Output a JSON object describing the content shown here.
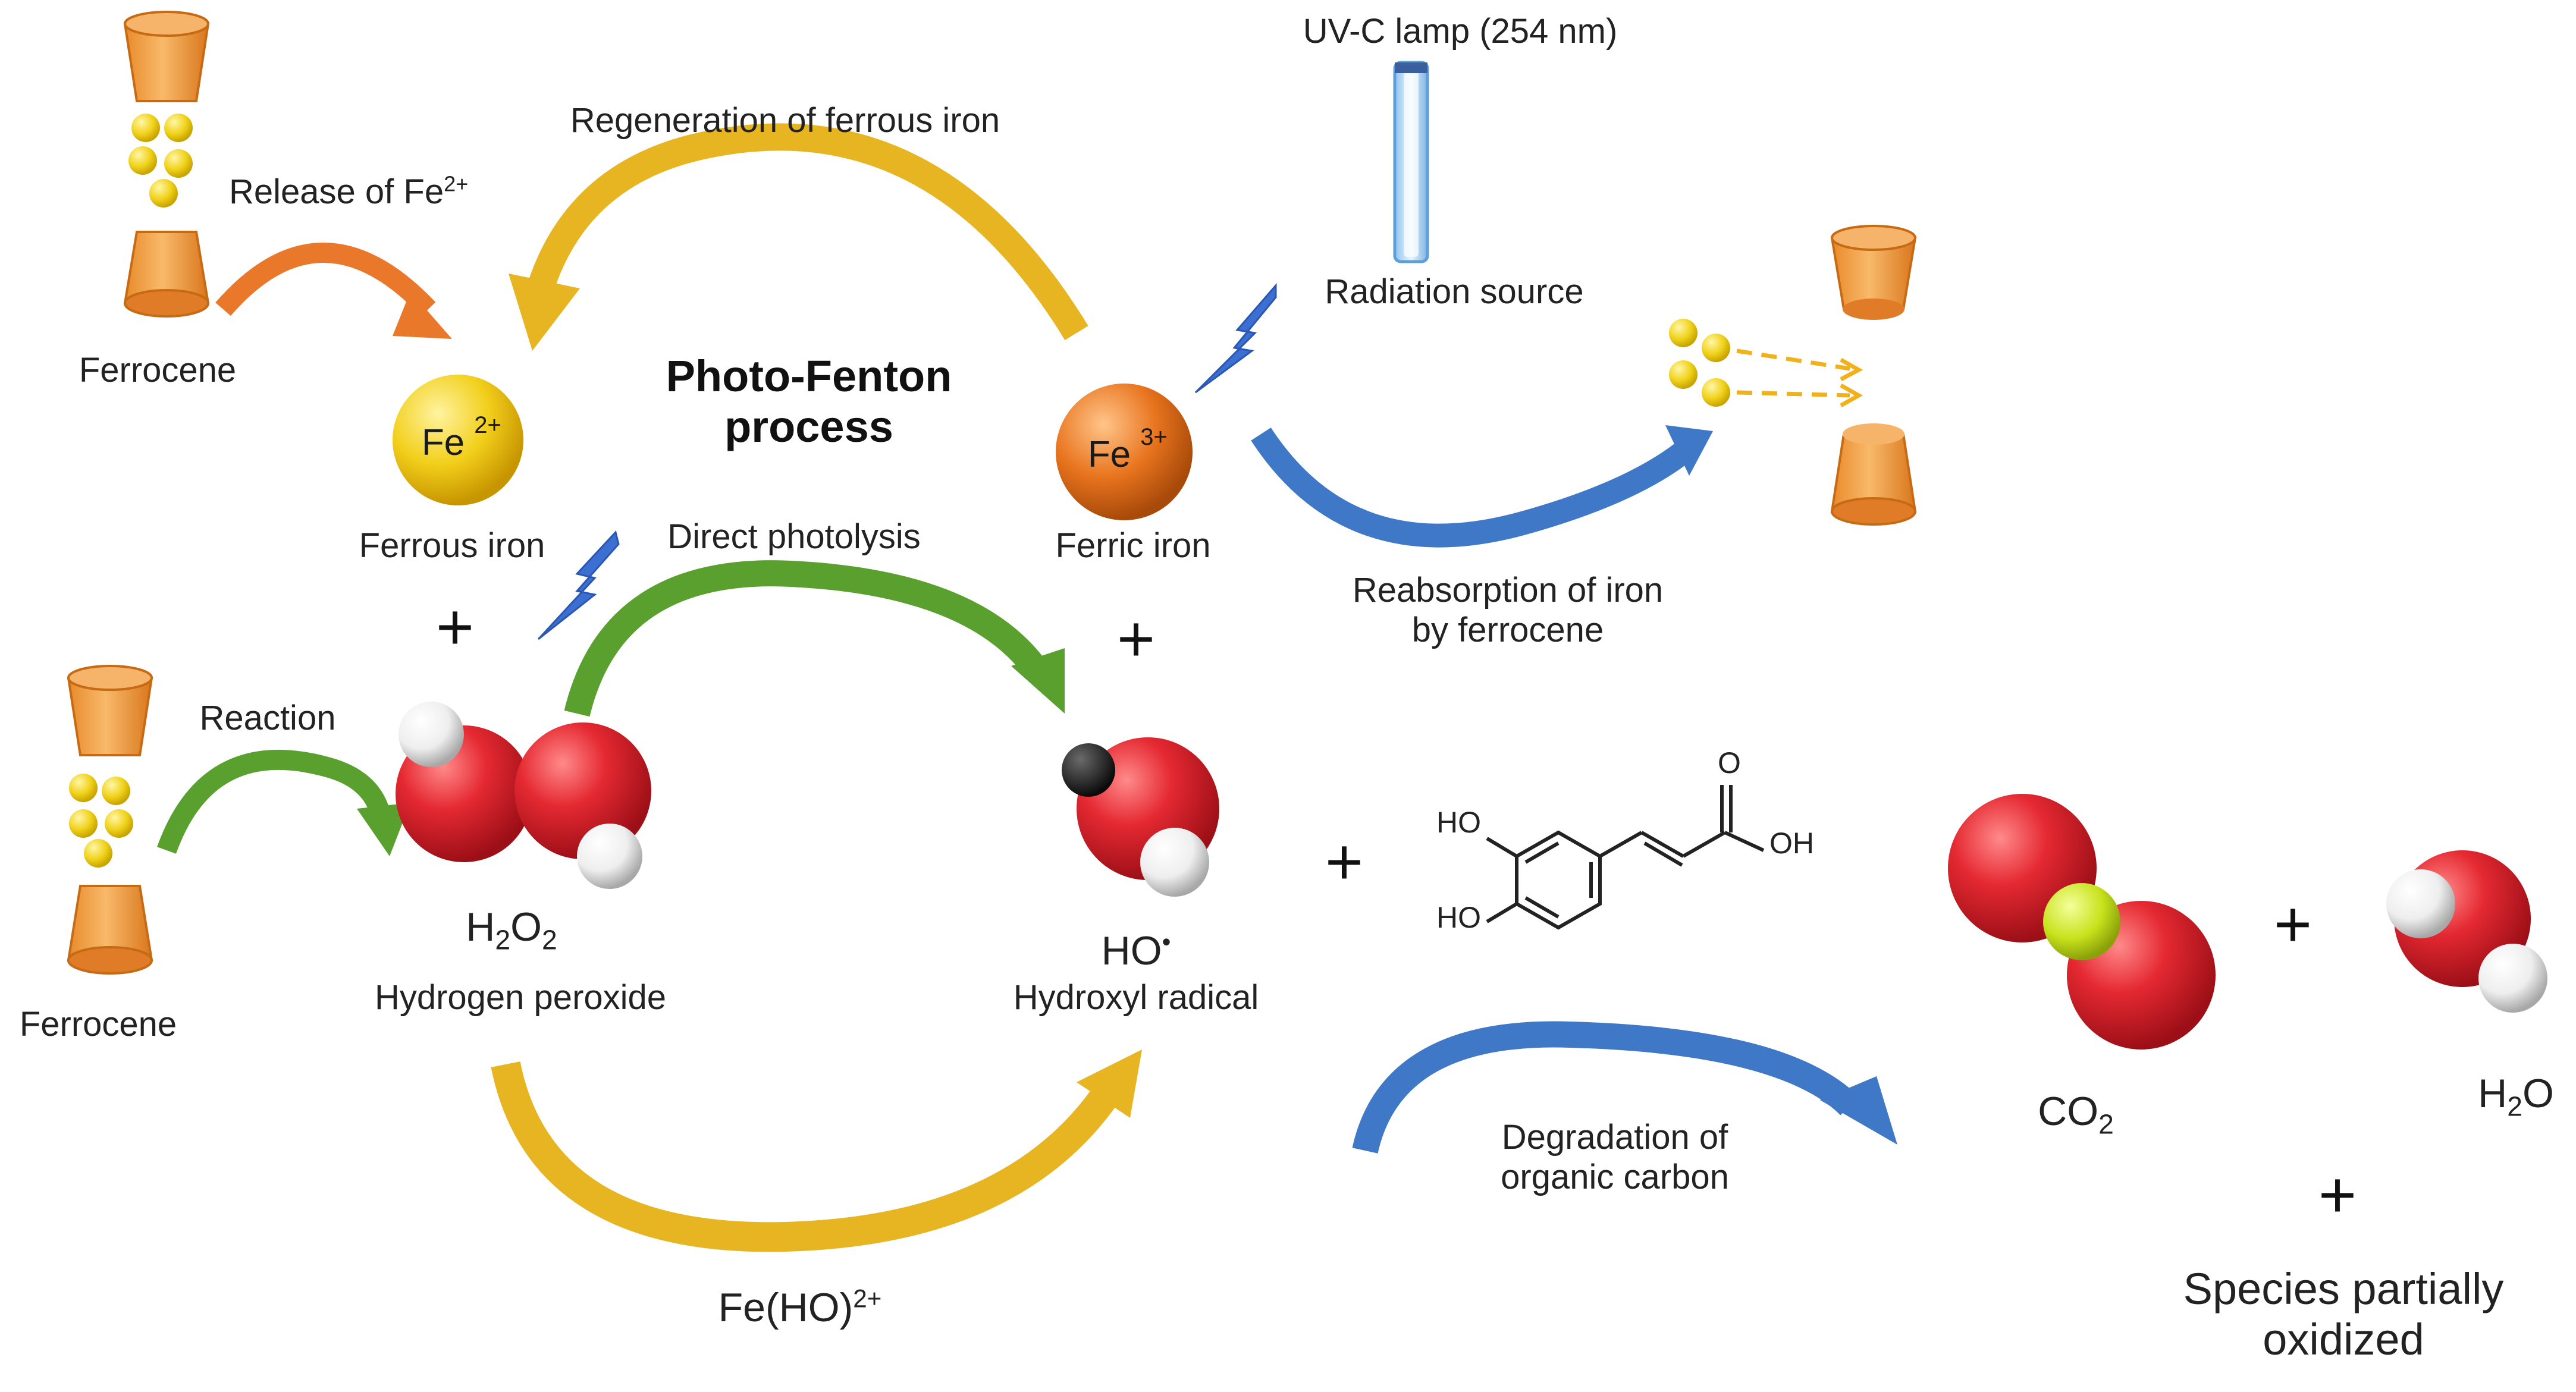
{
  "labels": {
    "uv_lamp": "UV-C lamp (254 nm)",
    "radiation_source": "Radiation source",
    "regeneration": "Regeneration of ferrous iron",
    "release_prefix": "Release of Fe",
    "release_sup": "2+",
    "ferrocene_top": "Ferrocene",
    "ferrocene_bottom": "Ferrocene",
    "process_title_line1": "Photo-Fenton",
    "process_title_line2": "process",
    "fe2_base": "Fe",
    "fe2_sup": "2+",
    "fe3_base": "Fe",
    "fe3_sup": "3+",
    "ferrous_iron": "Ferrous iron",
    "ferric_iron": "Ferric iron",
    "direct_photolysis": "Direct photolysis",
    "reabsorption_line1": "Reabsorption of iron",
    "reabsorption_line2": "by ferrocene",
    "reaction": "Reaction",
    "h2o2_h": "H",
    "h2o2_sub1": "2",
    "h2o2_o": "O",
    "h2o2_sub2": "2",
    "hydrogen_peroxide": "Hydrogen peroxide",
    "ho_radical_base": "HO",
    "ho_radical_dot": "•",
    "hydroxyl_radical": "Hydroxyl radical",
    "feho_base": "Fe(HO)",
    "feho_sup": "2+",
    "degradation_line1": "Degradation of",
    "degradation_line2": "organic carbon",
    "co2_base": "CO",
    "co2_sub": "2",
    "h2o_h": "H",
    "h2o_sub": "2",
    "h2o_o": "O",
    "species_line1": "Species partially",
    "species_line2": "oxidized",
    "molecule_ho_top": "HO",
    "molecule_ho_bottom": "HO",
    "molecule_oh": "OH",
    "molecule_o": "O"
  },
  "plus_signs": [
    "+",
    "+",
    "+",
    "+",
    "+"
  ],
  "colors": {
    "orange_arrow": "#e9782a",
    "gold_arrow": "#e7b422",
    "green_arrow": "#5aa02e",
    "blue_arrow": "#3f78c6",
    "fe2_sphere": "#f2cf1b",
    "fe3_sphere": "#e8741e",
    "oxygen": "#e02630",
    "hydrogen": "#f2f2f2",
    "carbon": "#c8e21c",
    "ferrocene_cap": "#f2a14a",
    "lightning": "#3b6fd1"
  }
}
